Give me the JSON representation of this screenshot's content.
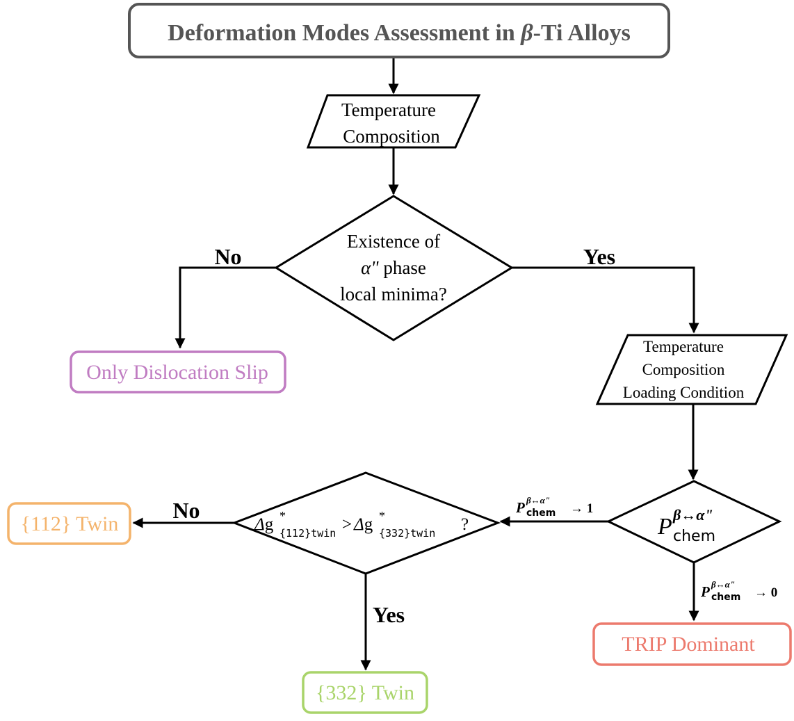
{
  "title": {
    "pre": "Deformation Modes Assessment in ",
    "beta": "β",
    "post": "-Ti Alloys"
  },
  "input1": {
    "line1": "Temperature",
    "line2": "Composition"
  },
  "decision1": {
    "line1": "Existence of",
    "alpha": "α\"",
    "line2_rest": " phase",
    "line3": "local minima?"
  },
  "decision1_no": "No",
  "decision1_yes": "Yes",
  "outcome_slip": {
    "label": "Only Dislocation Slip",
    "color": "#c07cc2"
  },
  "input2": {
    "line1": "Temperature",
    "line2": "Composition",
    "line3": "Loading Condition"
  },
  "decision2": {
    "P": "P",
    "sup": "β↔α\"",
    "sub": "chem"
  },
  "arrow_to_1": {
    "P": "P",
    "sup": "β↔α\"",
    "sub": "chem",
    "value": "→ 1"
  },
  "arrow_to_0": {
    "P": "P",
    "sup": "β↔α\"",
    "sub": "chem",
    "value": "→ 0"
  },
  "decision3": {
    "delta": "Δ",
    "g": "g",
    "star": "*",
    "sub1": "{112}twin",
    "gt": ">",
    "sub2": "{332}twin",
    "q": "?"
  },
  "decision3_no": "No",
  "decision3_yes": "Yes",
  "outcome_trip": {
    "label": "TRIP Dominant",
    "color": "#ec7a6d"
  },
  "outcome_112": {
    "label": "{112} Twin",
    "color": "#f4b36b"
  },
  "outcome_332": {
    "label": "{332} Twin",
    "color": "#a9d46a"
  }
}
